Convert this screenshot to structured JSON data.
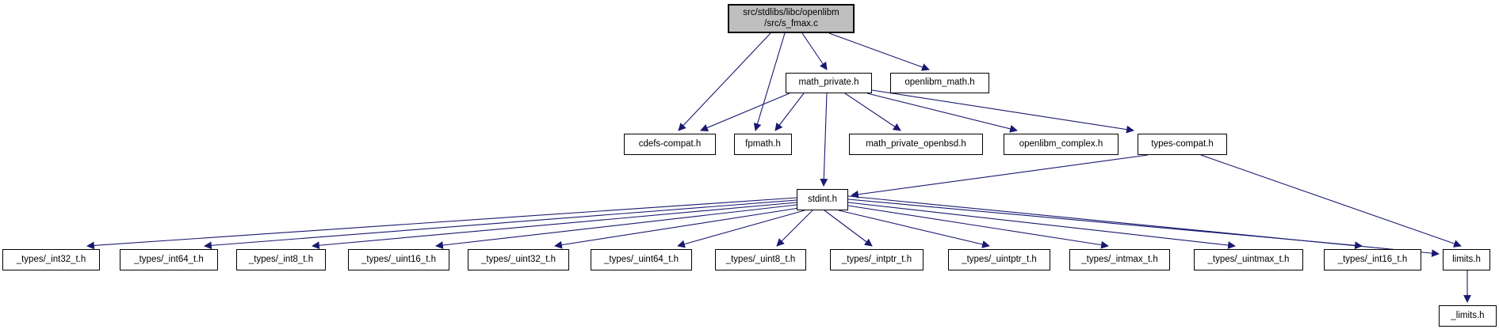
{
  "diagram": {
    "title": "include dependency graph for src/stdlibs/libc/openlibm/src/s_fmax.c",
    "edge_color": "#191970",
    "node_border_color": "#000000",
    "node_fill": "#ffffff",
    "root_fill": "#bfbfbf",
    "nodes": [
      {
        "id": "s_fmax",
        "label": "src/stdlibs/libc/openlibm\n/src/s_fmax.c"
      },
      {
        "id": "math_private",
        "label": "math_private.h"
      },
      {
        "id": "openlibm_math",
        "label": "openlibm_math.h"
      },
      {
        "id": "cdefs_compat",
        "label": "cdefs-compat.h"
      },
      {
        "id": "fpmath",
        "label": "fpmath.h"
      },
      {
        "id": "math_private_openbsd",
        "label": "math_private_openbsd.h"
      },
      {
        "id": "openlibm_complex",
        "label": "openlibm_complex.h"
      },
      {
        "id": "types_compat",
        "label": "types-compat.h"
      },
      {
        "id": "stdint",
        "label": "stdint.h"
      },
      {
        "id": "int32",
        "label": "_types/_int32_t.h"
      },
      {
        "id": "int64",
        "label": "_types/_int64_t.h"
      },
      {
        "id": "int8",
        "label": "_types/_int8_t.h"
      },
      {
        "id": "uint16",
        "label": "_types/_uint16_t.h"
      },
      {
        "id": "uint32",
        "label": "_types/_uint32_t.h"
      },
      {
        "id": "uint64",
        "label": "_types/_uint64_t.h"
      },
      {
        "id": "uint8",
        "label": "_types/_uint8_t.h"
      },
      {
        "id": "intptr",
        "label": "_types/_intptr_t.h"
      },
      {
        "id": "uintptr",
        "label": "_types/_uintptr_t.h"
      },
      {
        "id": "intmax",
        "label": "_types/_intmax_t.h"
      },
      {
        "id": "uintmax",
        "label": "_types/_uintmax_t.h"
      },
      {
        "id": "int16",
        "label": "_types/_int16_t.h"
      },
      {
        "id": "limits",
        "label": "limits.h"
      },
      {
        "id": "_limits",
        "label": "_limits.h"
      }
    ],
    "edges": [
      {
        "from": "s_fmax",
        "to": "math_private"
      },
      {
        "from": "s_fmax",
        "to": "openlibm_math"
      },
      {
        "from": "s_fmax",
        "to": "cdefs_compat"
      },
      {
        "from": "s_fmax",
        "to": "fpmath"
      },
      {
        "from": "math_private",
        "to": "cdefs_compat"
      },
      {
        "from": "math_private",
        "to": "fpmath"
      },
      {
        "from": "math_private",
        "to": "stdint"
      },
      {
        "from": "math_private",
        "to": "math_private_openbsd"
      },
      {
        "from": "math_private",
        "to": "openlibm_complex"
      },
      {
        "from": "math_private",
        "to": "types_compat"
      },
      {
        "from": "types_compat",
        "to": "stdint"
      },
      {
        "from": "types_compat",
        "to": "limits"
      },
      {
        "from": "stdint",
        "to": "int32"
      },
      {
        "from": "stdint",
        "to": "int64"
      },
      {
        "from": "stdint",
        "to": "int8"
      },
      {
        "from": "stdint",
        "to": "uint16"
      },
      {
        "from": "stdint",
        "to": "uint32"
      },
      {
        "from": "stdint",
        "to": "uint64"
      },
      {
        "from": "stdint",
        "to": "uint8"
      },
      {
        "from": "stdint",
        "to": "intptr"
      },
      {
        "from": "stdint",
        "to": "uintptr"
      },
      {
        "from": "stdint",
        "to": "intmax"
      },
      {
        "from": "stdint",
        "to": "uintmax"
      },
      {
        "from": "stdint",
        "to": "int16"
      },
      {
        "from": "stdint",
        "to": "limits"
      },
      {
        "from": "limits",
        "to": "_limits"
      }
    ]
  }
}
